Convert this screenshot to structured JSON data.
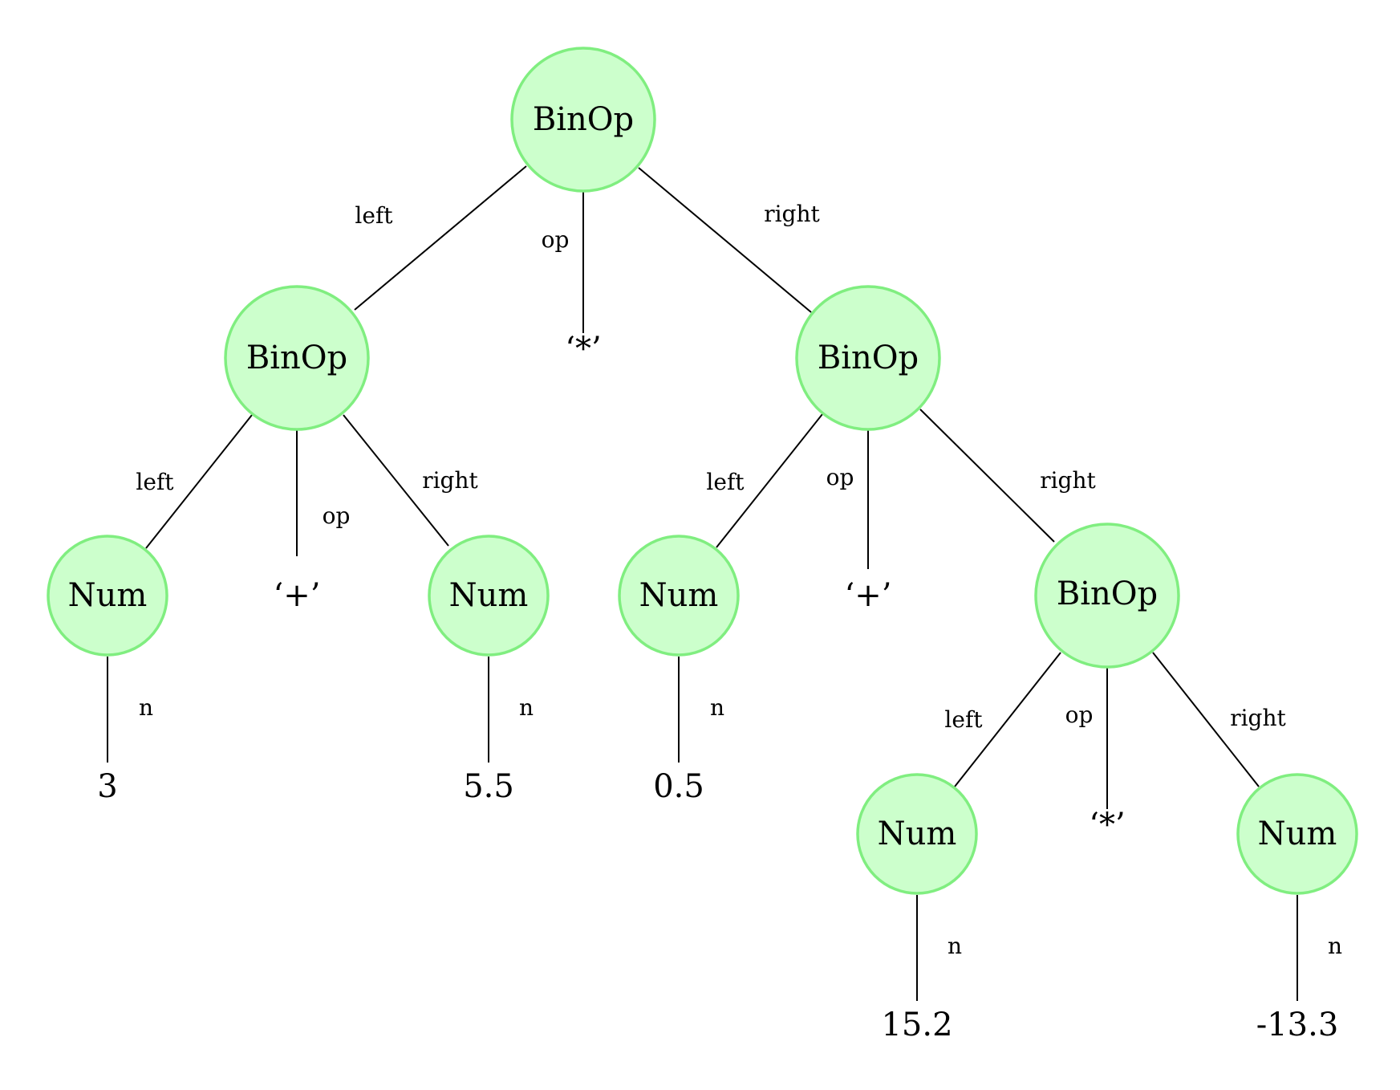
{
  "tree": {
    "root": {
      "label": "BinOp",
      "edges": {
        "left": "left",
        "op": "op",
        "right": "right"
      },
      "op": "‘*’",
      "left": {
        "label": "BinOp",
        "edges": {
          "left": "left",
          "op": "op",
          "right": "right"
        },
        "op": "‘+’",
        "left": {
          "label": "Num",
          "edge": "n",
          "value": "3"
        },
        "right": {
          "label": "Num",
          "edge": "n",
          "value": "5.5"
        }
      },
      "right": {
        "label": "BinOp",
        "edges": {
          "left": "left",
          "op": "op",
          "right": "right"
        },
        "op": "‘+’",
        "left": {
          "label": "Num",
          "edge": "n",
          "value": "0.5"
        },
        "right": {
          "label": "BinOp",
          "edges": {
            "left": "left",
            "op": "op",
            "right": "right"
          },
          "op": "‘*’",
          "left": {
            "label": "Num",
            "edge": "n",
            "value": "15.2"
          },
          "right": {
            "label": "Num",
            "edge": "n",
            "value": "-13.3"
          }
        }
      }
    }
  },
  "colors": {
    "node_fill": "#ccffcc",
    "node_stroke": "#80ee80",
    "edge": "#000000"
  }
}
